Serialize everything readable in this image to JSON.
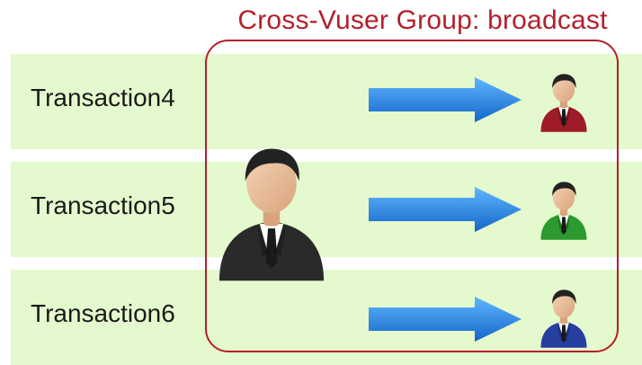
{
  "diagram": {
    "title": "Cross-Vuser Group: broadcast",
    "rows": [
      {
        "label": "Transaction4",
        "recipient_color": "#a01b28"
      },
      {
        "label": "Transaction5",
        "recipient_color": "#2c9a2e"
      },
      {
        "label": "Transaction6",
        "recipient_color": "#263e9e"
      }
    ],
    "colors": {
      "row_background": "#e4f9cd",
      "group_border": "#b3202b",
      "title": "#b3202b",
      "arrow": "#1f7fe0",
      "sender_suit": "#2a2a2a"
    },
    "icons": {
      "sender": "person-icon",
      "recipient": "person-icon",
      "arrow": "arrow-right-icon"
    }
  }
}
